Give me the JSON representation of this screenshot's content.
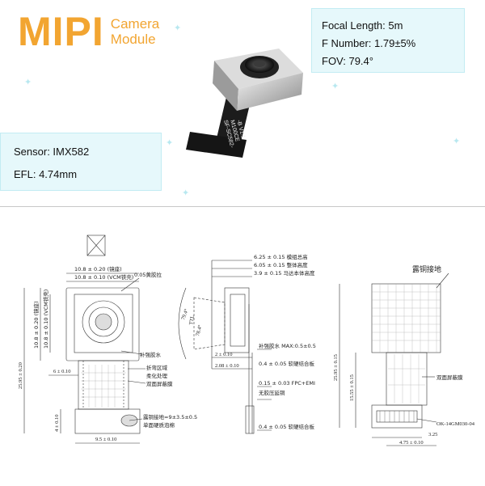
{
  "logo": {
    "big": "MIPI",
    "line1": "Camera",
    "line2": "Module"
  },
  "specs_right": {
    "focal_length": "Focal Length: 5m",
    "f_number": "F Number: 1.79±5%",
    "fov": "FOV: 79.4°"
  },
  "specs_left": {
    "sensor": "Sensor: IMX582",
    "efl": "EFL: 4.74mm"
  },
  "module_label": {
    "line1": "SF-SC582-",
    "line2": "M100CE",
    "line3": "-B V1.1"
  },
  "drawing": {
    "front": {
      "w1": "10.8 ± 0.20 (镜座)",
      "w2": "10.8 ± 0.10 (VCM铁壳)",
      "h1": "10.8 ± 0.20 (镜座)",
      "h2": "10.8 ± 0.10 (VCM铁壳)",
      "total_h": "25.95 ± 0.20",
      "fpc_w": "6 ± 0.10",
      "conn_h": "4 ± 0.10",
      "bottom_w": "9.5 ± 0.10",
      "note_glue": "0.05黄胶拉",
      "note_fill": "补强胶水",
      "note_bend1": "折弯区域",
      "note_bend2": "柔化处理",
      "note_shield": "双面屏蔽膜",
      "note_exposed1": "露铜接地=9±3.5±0.5",
      "note_exposed2": "单面硬质泡棉"
    },
    "side": {
      "d1": "6.25 ± 0.15 模组总高",
      "d2": "6.05 ± 0.15 整体高度",
      "d3": "3.9 ± 0.15 马达本体高度",
      "d4": "2 ± 0.10",
      "d5": "2.08 ± 0.10",
      "glue": "补强胶水 MAX:0.5±0.5",
      "d6": "0.4 ± 0.05 软硬结合板",
      "d7": "0.15 ± 0.03 FPC+EMI",
      "d8": "无胶压延铜",
      "d9": "0.4 ± 0.05 软硬结合板",
      "fov1": "79.4°",
      "fov2": "TTL",
      "fov3": "78.4°"
    },
    "back": {
      "title": "露铜接地",
      "total_h": "25.95 ± 0.15",
      "h2": "15.55 ± 0.15",
      "shield": "双面屏蔽膜",
      "conn": "OK-14GM030-04",
      "w1": "3.25",
      "w2": "4.75 ± 0.10"
    }
  }
}
